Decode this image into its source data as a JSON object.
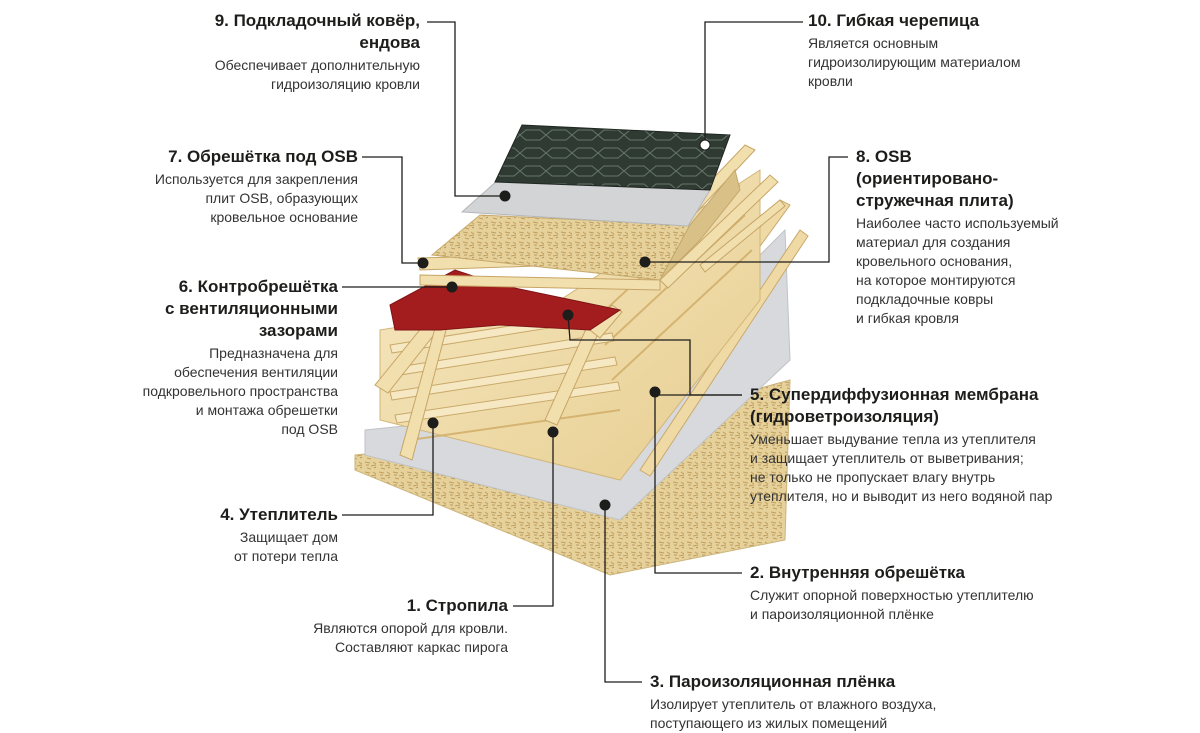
{
  "colors": {
    "wood": "#efd9a5",
    "wood_light": "#f6e8c2",
    "wood_dark": "#d8bc7e",
    "osb": "#e6d19b",
    "osb_speck": "#b88f4a",
    "membrane": "#d7d9dc",
    "red_membrane": "#a31d1f",
    "shingle": "#2f3a32",
    "shingle_line": "#66766b",
    "leader": "#1d1d1b"
  },
  "labels": [
    {
      "id": "l9",
      "side": "left",
      "title": [
        "9. Подкладочный ковёр,",
        "ендова"
      ],
      "desc": [
        "Обеспечивает дополнительную",
        "гидроизоляцию кровли"
      ]
    },
    {
      "id": "l7",
      "side": "left",
      "title": [
        "7. Обрешётка под OSB"
      ],
      "desc": [
        "Используется для закрепления",
        "плит OSB, образующих",
        "кровельное основание"
      ]
    },
    {
      "id": "l6",
      "side": "left",
      "title": [
        "6. Контробрешётка",
        "с вентиляционными",
        "зазорами"
      ],
      "desc": [
        "Предназначена для",
        "обеспечения вентиляции",
        "подкровельного пространства",
        "и монтажа обрешетки",
        "под OSB"
      ]
    },
    {
      "id": "l4",
      "side": "left",
      "title": [
        "4. Утеплитель"
      ],
      "desc": [
        "Защищает дом",
        "от потери тепла"
      ]
    },
    {
      "id": "l1",
      "side": "left",
      "title": [
        "1. Стропила"
      ],
      "desc": [
        "Являются опорой для кровли.",
        "Составляют каркас пирога"
      ]
    },
    {
      "id": "l10",
      "side": "right",
      "title": [
        "10. Гибкая черепица"
      ],
      "desc": [
        "Является основным",
        "гидроизолирующим материалом",
        "кровли"
      ]
    },
    {
      "id": "l8",
      "side": "right",
      "title": [
        "8. OSB",
        "(ориентировано-",
        "стружечная плита)"
      ],
      "desc": [
        "Наиболее часто используемый",
        "материал для создания",
        "кровельного  основания,",
        "на которое монтируются",
        "подкладочные ковры",
        "и гибкая кровля"
      ]
    },
    {
      "id": "l5",
      "side": "right",
      "title": [
        "5. Супердиффузионная мембрана",
        "(гидроветроизоляция)"
      ],
      "desc": [
        "Уменьшает выдувание тепла из утеплителя",
        "и защищает утеплитель от выветривания;",
        "не только не пропускает влагу внутрь",
        "утеплителя, но и выводит из него водяной пар"
      ]
    },
    {
      "id": "l2",
      "side": "right",
      "title": [
        "2. Внутренняя обрешётка"
      ],
      "desc": [
        "Служит опорной поверхностью утеплителю",
        "и пароизоляционной плёнке"
      ]
    },
    {
      "id": "l3",
      "side": "right",
      "title": [
        "3. Пароизоляционная плёнка"
      ],
      "desc": [
        "Изолирует утеплитель от влажного воздуха,",
        "поступающего из жилых помещений"
      ]
    }
  ]
}
